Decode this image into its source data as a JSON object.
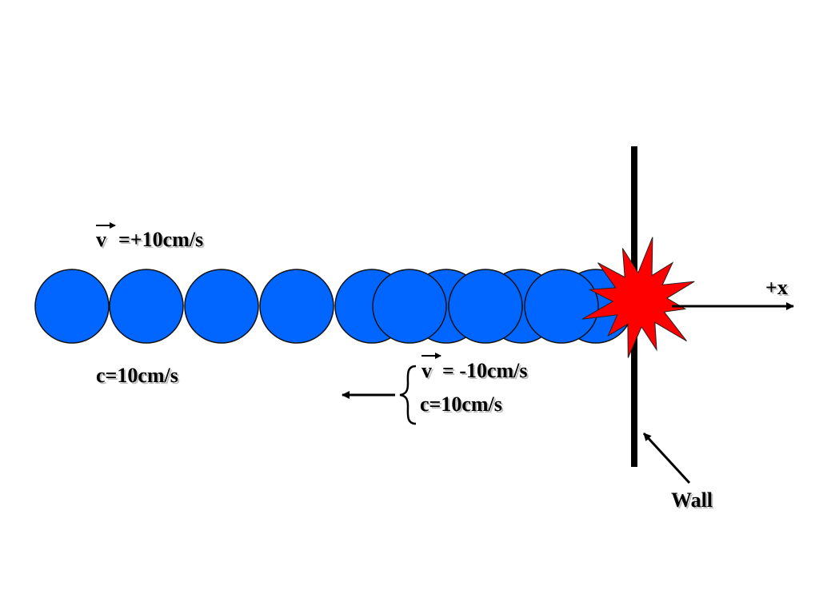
{
  "incoming": {
    "velocity_symbol": "v",
    "velocity_value": "=+10cm/s",
    "speed": "c=10cm/s"
  },
  "reflected": {
    "velocity_symbol": "v",
    "velocity_value": "= -10cm/s",
    "speed": "c=10cm/s"
  },
  "axis_label": "+x",
  "wall_label": "Wall",
  "colors": {
    "ball_fill": "#0066ff",
    "ball_stroke": "#111111",
    "burst_fill": "#ff0000",
    "ink": "#000000"
  }
}
